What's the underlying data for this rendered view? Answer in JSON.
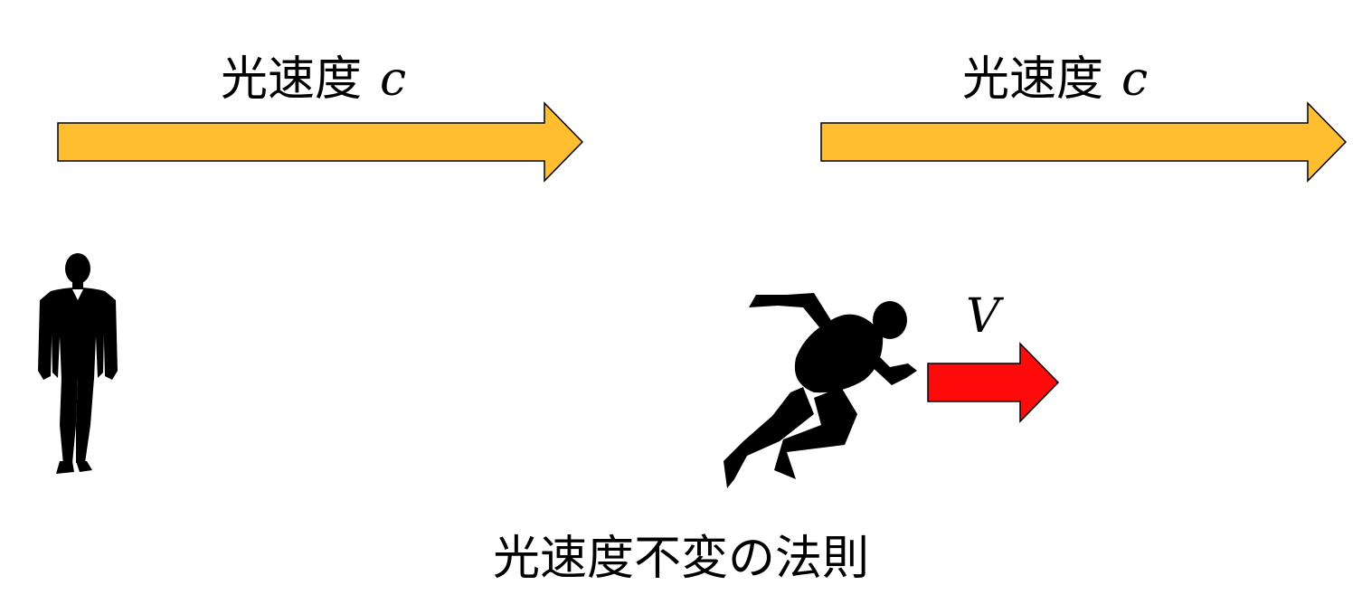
{
  "labels": {
    "left_arrow_text": "光速度",
    "left_arrow_var": "c",
    "right_arrow_text": "光速度",
    "right_arrow_var": "c",
    "runner_velocity": "V"
  },
  "caption": "光速度不変の法則",
  "colors": {
    "light_arrow": "#FEBE2F",
    "velocity_arrow": "#FE0A0A",
    "silhouette": "#000000"
  },
  "icons": {
    "observer": "standing-man-icon",
    "runner": "sprinting-runner-icon"
  }
}
